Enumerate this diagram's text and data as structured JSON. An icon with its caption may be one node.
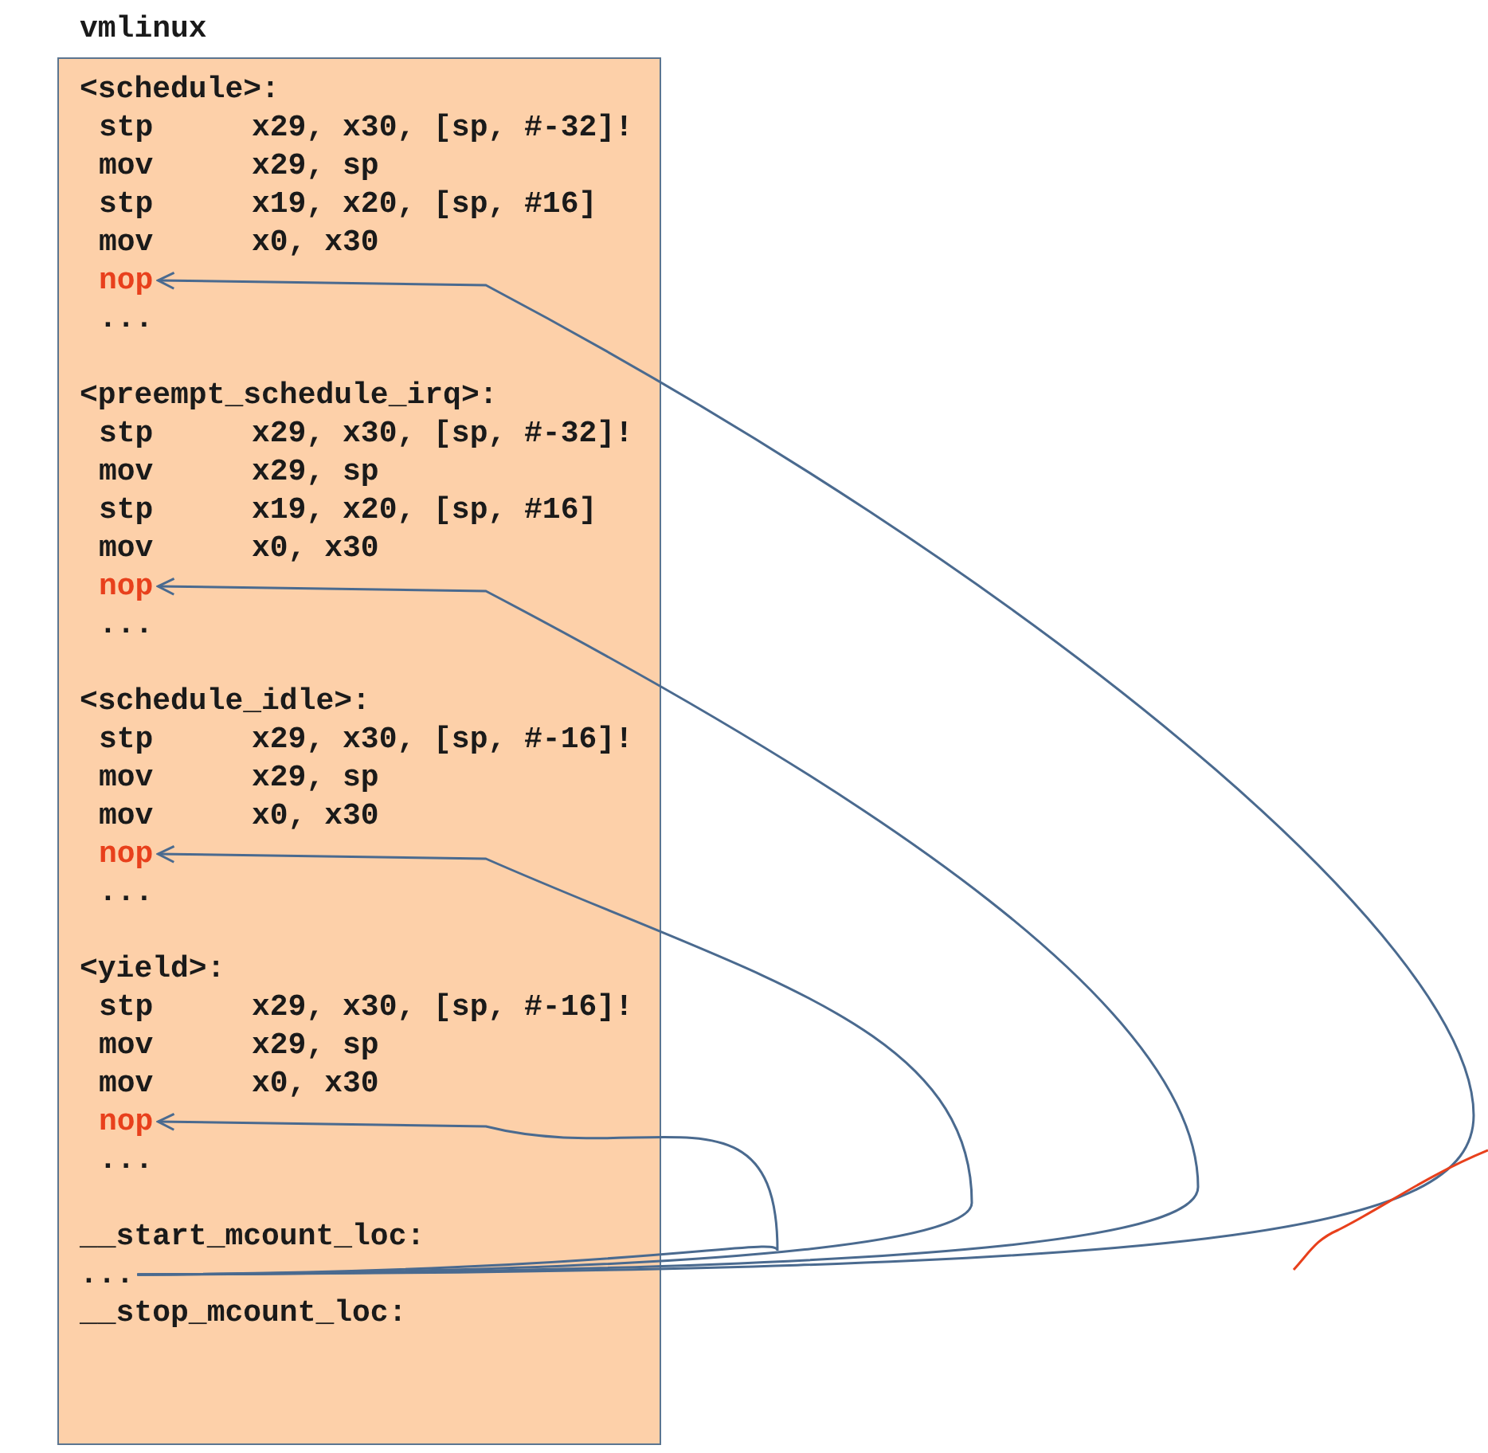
{
  "diagram": {
    "nodes": [
      {
        "text": [
          "vmlinux"
        ]
      },
      {
        "text": [
          "nop"
        ],
        "in": 0
      },
      {
        "text": [
          "nop"
        ],
        "in": 0
      },
      {
        "text": [
          "nop"
        ],
        "in": 0
      },
      {
        "text": [
          "nop"
        ],
        "in": 0
      },
      {
        "text": [
          "..."
        ],
        "in": 0
      }
    ],
    "edges": [
      {
        "from": 5,
        "to": 1,
        "arrow": "to"
      },
      {
        "from": 5,
        "to": 2,
        "arrow": "to"
      },
      {
        "from": 5,
        "to": 3,
        "arrow": "to"
      },
      {
        "from": 5,
        "to": 4,
        "arrow": "to"
      }
    ],
    "labels": [
      "<schedule>:",
      "stp",
      "x29, x30, [sp, #-32]!",
      "mov",
      "x29, sp",
      "stp",
      "x19, x20, [sp, #16]",
      "mov",
      "x0, x30",
      "...",
      "<preempt_schedule_irq>:",
      "stp",
      "x29, x30, [sp, #-32]!",
      "mov",
      "x29, sp",
      "stp",
      "x19, x20, [sp, #16]",
      "mov",
      "x0, x30",
      "...",
      "<schedule_idle>:",
      "stp",
      "x29, x30, [sp, #-16]!",
      "mov",
      "x29, sp",
      "mov",
      "x0, x30",
      "...",
      "<yield>:",
      "stp",
      "x29, x30, [sp, #-16]!",
      "mov",
      "x29, sp",
      "mov",
      "x0, x30",
      "...",
      "__start_mcount_loc:",
      "__stop_mcount_loc:"
    ]
  }
}
